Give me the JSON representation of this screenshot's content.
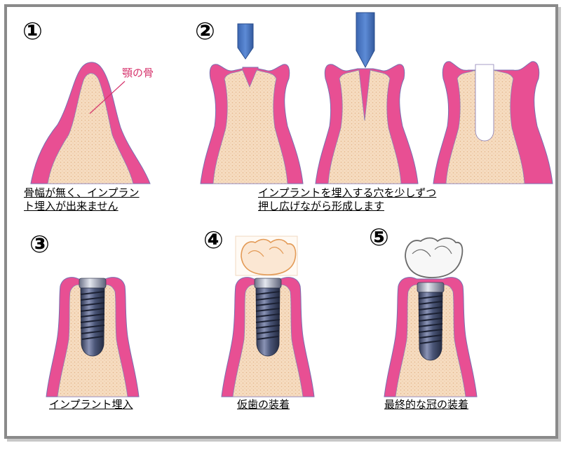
{
  "steps": [
    {
      "number": "①",
      "caption_lines": [
        "骨幅が無く、インプラン",
        "ト埋入が出来ません"
      ],
      "label": "顎の骨"
    },
    {
      "number": "②",
      "caption_lines": [
        "インプラントを埋入する穴を少しずつ",
        "押し広げながら形成します"
      ]
    },
    {
      "number": "③",
      "caption_lines": [
        "インプラント埋入"
      ]
    },
    {
      "number": "④",
      "caption_lines": [
        "仮歯の装着"
      ]
    },
    {
      "number": "⑤",
      "caption_lines": [
        "最終的な冠の装着"
      ]
    }
  ],
  "colors": {
    "gum": "#e84f93",
    "bone": "#f6dcc0",
    "bone_dot": "#e2b48a",
    "drill": "#4a78c4",
    "implant": "#4a5577",
    "crown_temp": "#e39a56",
    "crown_final": "#7a7a7a",
    "label": "#d6336c"
  }
}
